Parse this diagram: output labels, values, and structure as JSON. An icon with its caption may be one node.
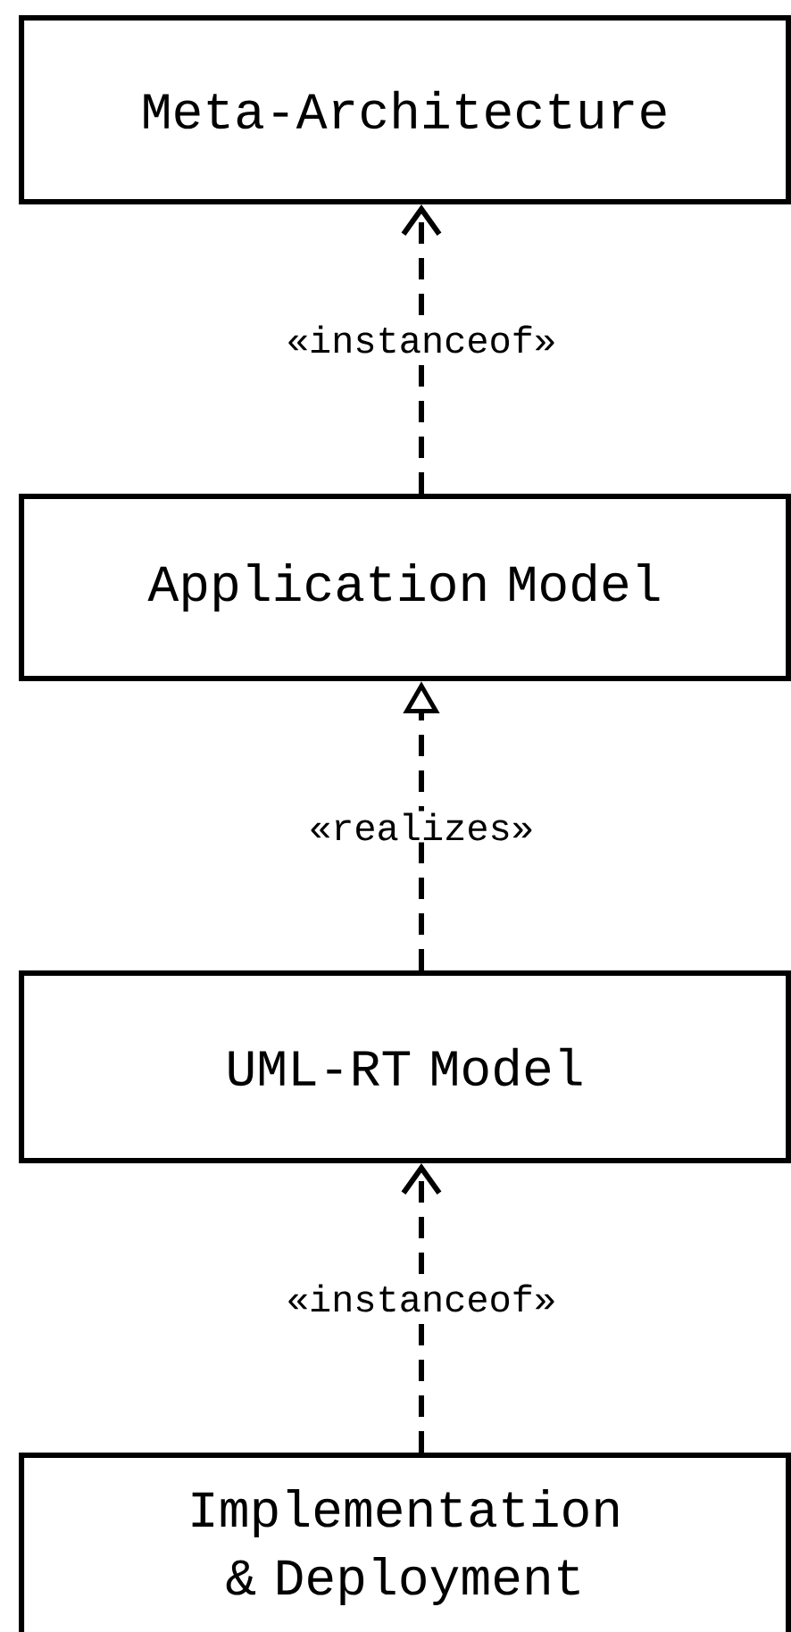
{
  "diagram": {
    "nodes": [
      {
        "text": [
          "Meta-Architecture"
        ]
      },
      {
        "text": [
          "Application Model"
        ]
      },
      {
        "text": [
          "UML-RT Model"
        ]
      },
      {
        "text": [
          "Implementation & Deployment"
        ]
      }
    ],
    "edges": [
      {
        "from": 1,
        "to": 0,
        "arrow": "to",
        "style": "dashed",
        "label": "«instanceof»"
      },
      {
        "from": 2,
        "to": 1,
        "arrow": "to",
        "style": "dashed",
        "label": "«realizes»"
      },
      {
        "from": 3,
        "to": 2,
        "arrow": "to",
        "style": "dashed",
        "label": "«instanceof»"
      }
    ]
  }
}
